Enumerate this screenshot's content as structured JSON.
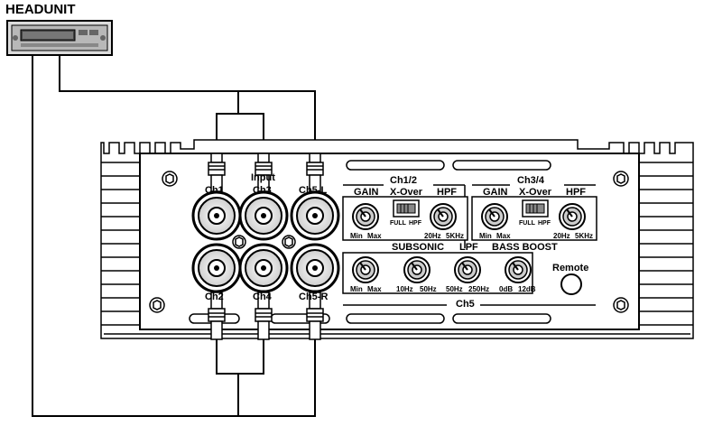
{
  "headunit_label": "HEADUNIT",
  "headunit_display": "",
  "input_label": "Input",
  "rca_top": [
    "Ch1",
    "Ch3",
    "Ch5-L"
  ],
  "rca_bottom": [
    "Ch2",
    "Ch4",
    "Ch5-R"
  ],
  "ch12": {
    "title": "Ch1/2",
    "gain_label": "GAIN",
    "xover_label": "X-Over",
    "hpf_label": "HPF",
    "gain_min": "Min",
    "gain_max": "Max",
    "switch_full": "FULL",
    "switch_hpf": "HPF",
    "hpf_min": "20Hz",
    "hpf_max": "5KHz"
  },
  "ch34": {
    "title": "Ch3/4",
    "gain_label": "GAIN",
    "xover_label": "X-Over",
    "hpf_label": "HPF",
    "gain_min": "Min",
    "gain_max": "Max",
    "switch_full": "FULL",
    "switch_hpf": "HPF",
    "hpf_min": "20Hz",
    "hpf_max": "5KHz"
  },
  "ch5": {
    "title": "Ch5",
    "subsonic_label": "SUBSONIC",
    "lpf_label": "LPF",
    "bassboost_label": "BASS BOOST",
    "gain_min": "Min",
    "gain_max": "Max",
    "subsonic_min": "10Hz",
    "subsonic_max": "50Hz",
    "lpf_min": "50Hz",
    "lpf_max": "250Hz",
    "bass_min": "0dB",
    "bass_max": "12dB"
  },
  "remote_label": "Remote"
}
